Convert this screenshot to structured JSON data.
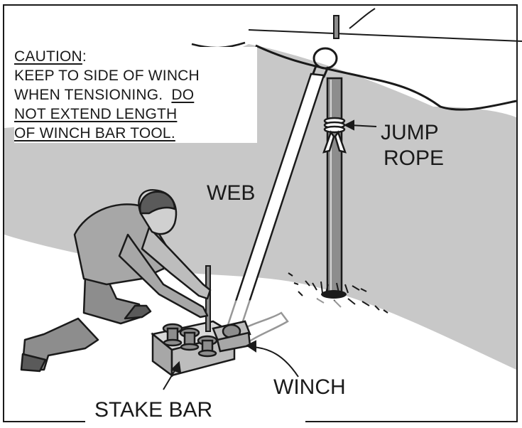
{
  "caution": {
    "heading": "CAUTION",
    "heading_suffix": ":",
    "line1": "KEEP TO SIDE OF WINCH",
    "line2_plain": "WHEN TENSIONING.  ",
    "line2_underlined": "DO",
    "line3": "NOT EXTEND LENGTH",
    "line4": "OF WINCH BAR TOOL."
  },
  "labels": {
    "jump": "JUMP",
    "rope": "ROPE",
    "web": "WEB",
    "winch": "WINCH",
    "stake_bar": "STAKE BAR"
  },
  "colors": {
    "ink": "#1a1a1a",
    "shadow_gray": "#c8c8c8",
    "clothing_gray": "#a7a7a7",
    "metal_gray": "#8d8d8d",
    "web_fill": "#ffffff"
  }
}
